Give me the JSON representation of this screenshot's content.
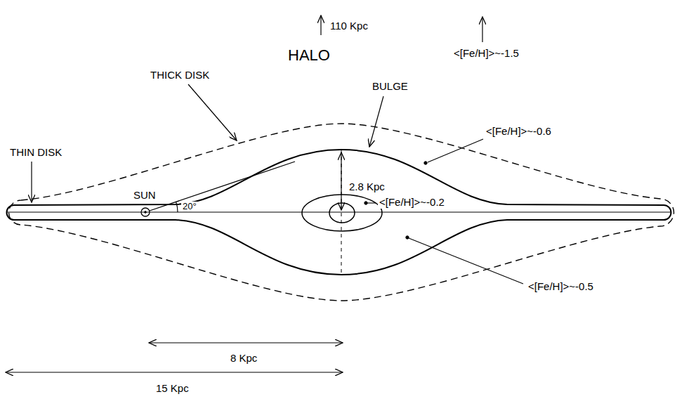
{
  "diagram": {
    "labels": [
      "110 Kpc",
      "HALO",
      "<[Fe/H]>~-1.5",
      "THICK DISK",
      "BULGE",
      "<[Fe/H]>~-0.6",
      "THIN DISK",
      "SUN",
      "20°",
      "2.8 Kpc",
      "<[Fe/H]>~-0.2",
      "<[Fe/H]>~-0.5",
      "8 Kpc",
      "15 Kpc"
    ]
  }
}
